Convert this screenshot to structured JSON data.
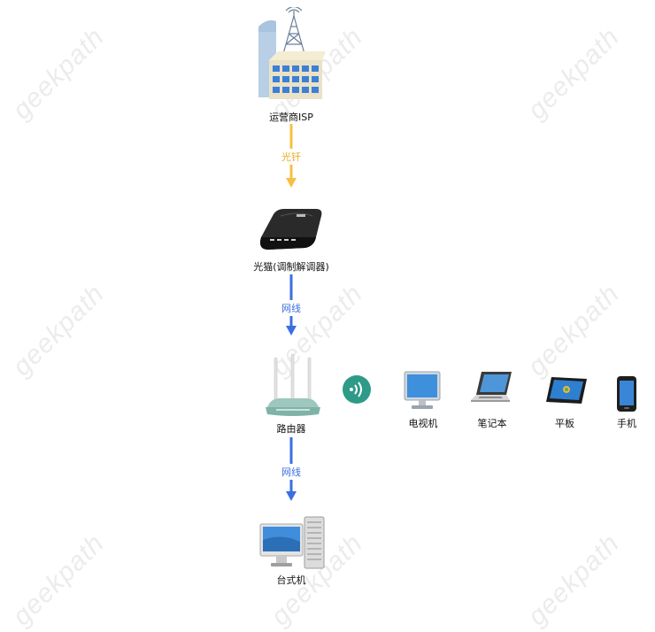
{
  "watermark": "geekpath",
  "nodes": {
    "isp": {
      "label": "运营商ISP"
    },
    "modem": {
      "label": "光猫(调制解调器)"
    },
    "router": {
      "label": "路由器"
    },
    "tv": {
      "label": "电视机"
    },
    "laptop": {
      "label": "笔记本"
    },
    "tablet": {
      "label": "平板"
    },
    "phone": {
      "label": "手机"
    },
    "desktop": {
      "label": "台式机"
    }
  },
  "edges": {
    "fiber": {
      "label": "光钎",
      "color": "#f5c142"
    },
    "cable1": {
      "label": "网线",
      "color": "#3b6fe0"
    },
    "cable2": {
      "label": "网线",
      "color": "#3b6fe0"
    }
  },
  "wireless_icon_color": "#2e9a88"
}
